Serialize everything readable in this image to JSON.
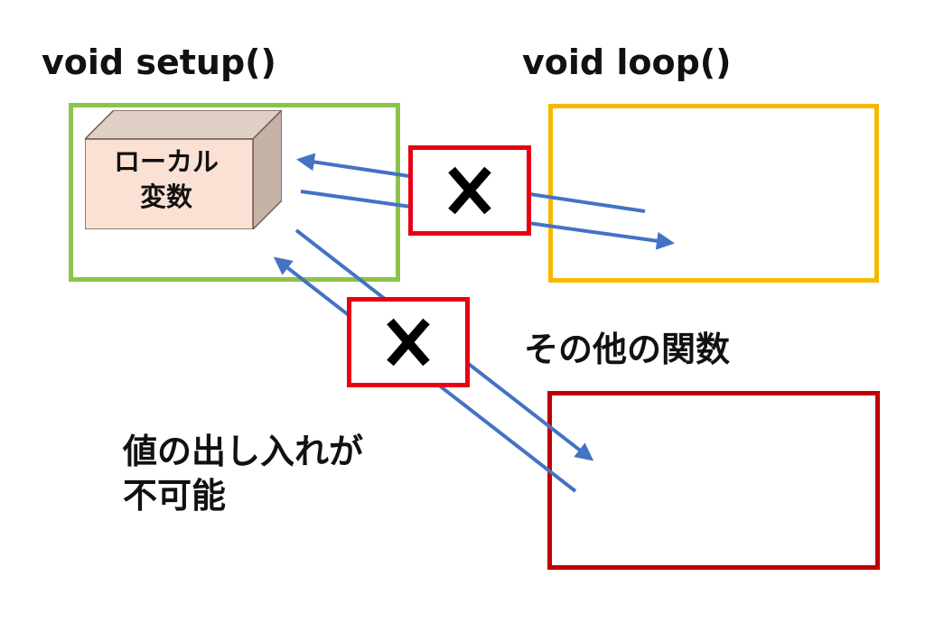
{
  "setup": {
    "title": "void setup()",
    "local_variable_label": "ローカル\n変数",
    "border_color": "#8cc34a"
  },
  "loop": {
    "title": "void loop()",
    "border_color": "#f5b800"
  },
  "other_functions": {
    "title": "その他の関数",
    "border_color": "#c00000"
  },
  "note": "値の出し入れが\n不可能",
  "block_markers": [
    {
      "icon": "cross-icon",
      "border_color": "#e60012"
    },
    {
      "icon": "cross-icon",
      "border_color": "#e60012"
    }
  ],
  "colors": {
    "arrow": "#4472c4",
    "cube_face": "#fbe1d4",
    "cube_side": "#c6b3a8",
    "cube_top": "#e0cfc5"
  }
}
